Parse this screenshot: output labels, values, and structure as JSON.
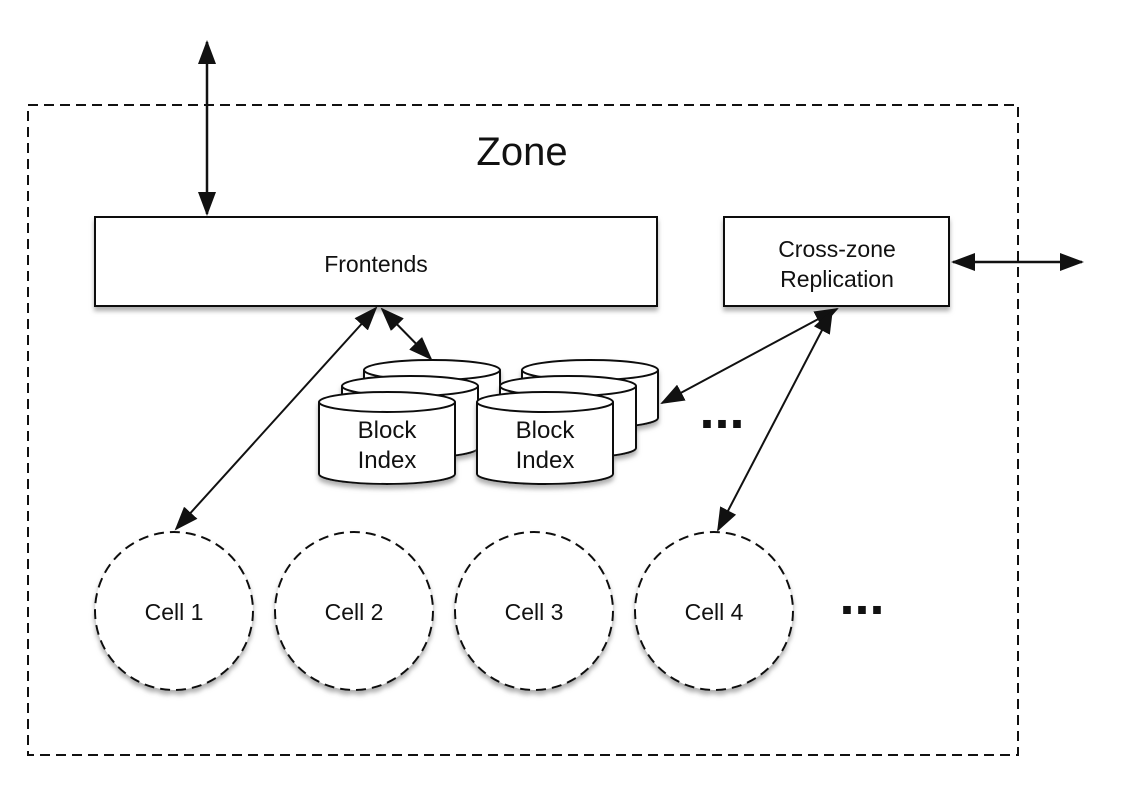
{
  "zone": {
    "title": "Zone"
  },
  "frontends": {
    "label": "Frontends"
  },
  "replication": {
    "line1": "Cross-zone",
    "line2": "Replication"
  },
  "block_index_groups": [
    {
      "line1": "Block",
      "line2": "Index"
    },
    {
      "line1": "Block",
      "line2": "Index"
    }
  ],
  "cells": [
    {
      "label": "Cell 1"
    },
    {
      "label": "Cell 2"
    },
    {
      "label": "Cell 3"
    },
    {
      "label": "Cell 4"
    }
  ],
  "ellipsis": "...",
  "colors": {
    "stroke": "#111111",
    "shadow": "#b5b5b5",
    "fill": "#ffffff"
  }
}
